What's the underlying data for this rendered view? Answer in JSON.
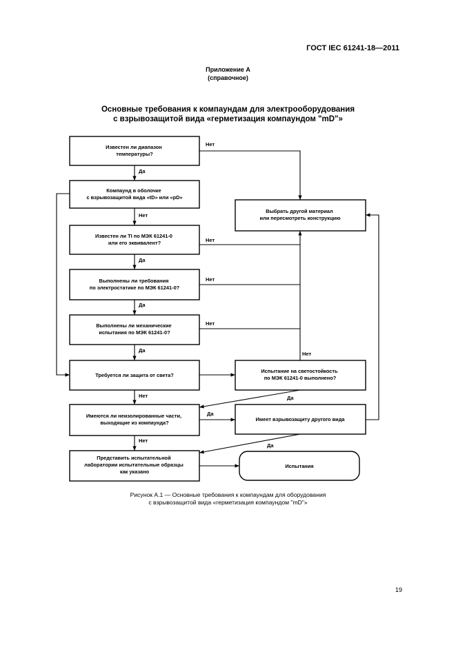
{
  "header": {
    "standard_code": "ГОСТ IEC 61241-18—2011"
  },
  "appendix": {
    "line1": "Приложение А",
    "line2": "(справочное)"
  },
  "title": {
    "line1": "Основные требования к компаундам для электрооборудования",
    "line2": "с взрывозащитой вида «герметизация компаундом \"mD\"»"
  },
  "flowchart": {
    "boxes": {
      "q1": [
        "Известен ли диапазон",
        "температуры?"
      ],
      "q2": [
        "Компаунд в оболочке",
        "с взрывозащитой вида «tD» или «pD»"
      ],
      "q3": [
        "Известен ли TI по МЭК 61241-0",
        "или его эквивалент?"
      ],
      "q4": [
        "Выполнены ли требования",
        "по электростатике по МЭК 61241-0?"
      ],
      "q5": [
        "Выполнены ли механические",
        "испытания по МЭК 61241-0?"
      ],
      "q6": [
        "Требуется ли защита от света?"
      ],
      "q7": [
        "Имеются ли неизолированные части,",
        "выходящие из компаунда?"
      ],
      "q8": [
        "Представить испытательной",
        "лаборатории испытательные образцы",
        "как указано"
      ],
      "r1": [
        "Выбрать другой материал",
        "или пересмотреть конструкцию"
      ],
      "r2": [
        "Испытание на светостойкость",
        "по МЭК 61241-0 выполнено?"
      ],
      "r3": [
        "Имеет взрывозащиту другого вида"
      ],
      "end": [
        "Испытания"
      ]
    },
    "labels": {
      "yes": "Да",
      "no": "Нет"
    }
  },
  "caption": {
    "line1": "Рисунок А.1 — Основные требования к компаундам для оборудования",
    "line2": "с взрывозащитой вида «герметизация компаундом \"mD\"»"
  },
  "page": {
    "number": "19"
  }
}
